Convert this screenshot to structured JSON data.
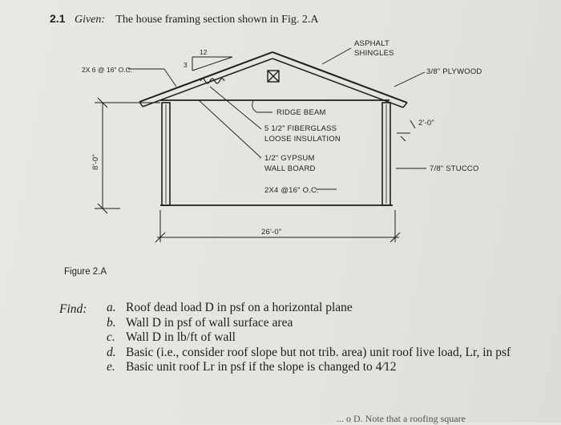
{
  "header": {
    "number": "2.1",
    "given_label": "Given:",
    "given_text": "The house framing section shown in Fig. 2.A"
  },
  "figure": {
    "slope_rise": "3",
    "slope_run": "12",
    "rafters": "2X 6 @ 16\" O.C.",
    "asphalt_1": "ASPHALT",
    "asphalt_2": "SHINGLES",
    "plywood": "3/8\" PLYWOOD",
    "ridge_beam": "RIDGE BEAM",
    "fiberglass_1": "5 1/2\" FIBERGLASS",
    "fiberglass_2": "LOOSE INSULATION",
    "gypsum_1": "1/2\" GYPSUM",
    "gypsum_2": "WALL BOARD",
    "studs": "2X4 @16\" O.C.",
    "overhang": "2'-0\"",
    "stucco": "7/8\" STUCCO",
    "wall_height": "8'-0\"",
    "span": "26'-0\""
  },
  "caption": "Figure 2.A",
  "find": {
    "label": "Find:",
    "items": [
      {
        "marker": "a.",
        "text": "Roof dead load D in psf on a horizontal plane"
      },
      {
        "marker": "b.",
        "text": "Wall D in psf of wall surface area"
      },
      {
        "marker": "c.",
        "text": "Wall D in lb/ft of wall"
      },
      {
        "marker": "d.",
        "text": "Basic (i.e., consider roof slope but not trib. area) unit roof live load, Lr, in psf"
      },
      {
        "marker": "e.",
        "text": "Basic unit roof Lr in psf if the slope is changed to 4⁄12"
      }
    ]
  },
  "cut_text": "... o D. Note that a roofing square"
}
